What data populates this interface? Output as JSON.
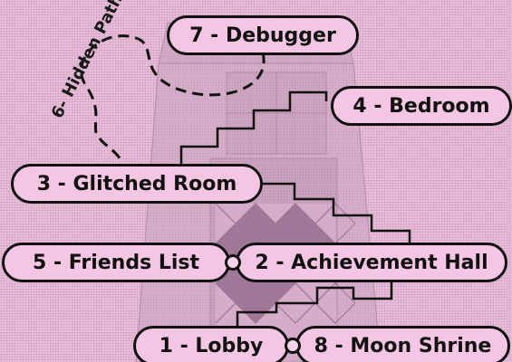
{
  "map": {
    "nodes": [
      {
        "id": "7",
        "label": "7 - Debugger"
      },
      {
        "id": "4",
        "label": "4 - Bedroom"
      },
      {
        "id": "3",
        "label": "3 - Glitched Room"
      },
      {
        "id": "5",
        "label": "5 - Friends List"
      },
      {
        "id": "2",
        "label": "2 - Achievement Hall"
      },
      {
        "id": "1",
        "label": "1 - Lobby"
      },
      {
        "id": "8",
        "label": "8 - Moon Shrine"
      }
    ],
    "hidden_path_label": "6- Hidden Path"
  },
  "colors": {
    "background": "#e8bcd8",
    "node_fill": "#f4c6e4",
    "outline": "#111111"
  }
}
